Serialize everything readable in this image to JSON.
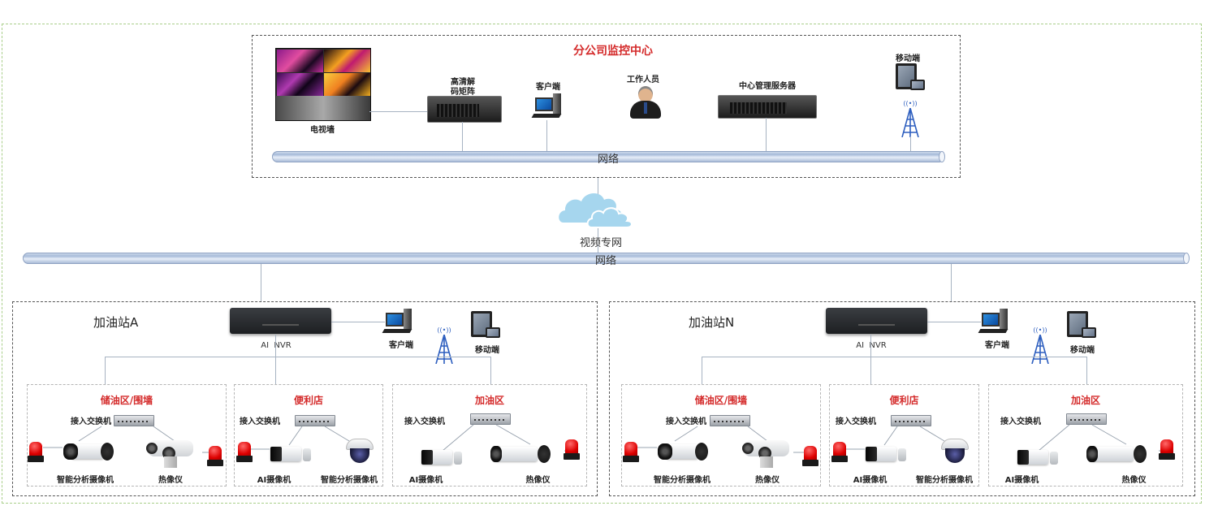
{
  "hq": {
    "title": "分公司监控中心",
    "devices": {
      "video_wall": "电视墙",
      "decoder_line1": "高清解",
      "decoder_line2": "码矩阵",
      "client": "客户端",
      "staff": "工作人员",
      "server": "中心管理服务器",
      "mobile": "移动端"
    },
    "network_label": "网络"
  },
  "cloud": {
    "label": "视频专网"
  },
  "backbone": {
    "label": "网络"
  },
  "stations": [
    {
      "title": "加油站A",
      "nvr_label": "AI  NVR",
      "client_label": "客户端",
      "mobile_label": "移动端",
      "zones": [
        {
          "title": "储油区/围墙",
          "switch_label": "接入交换机",
          "left_device": "智能分析摄像机",
          "right_device": "热像仪"
        },
        {
          "title": "便利店",
          "switch_label": "接入交换机",
          "left_device": "AI摄像机",
          "right_device": "智能分析摄像机"
        },
        {
          "title": "加油区",
          "switch_label": "接入交换机",
          "left_device": "AI摄像机",
          "right_device": "热像仪"
        }
      ]
    },
    {
      "title": "加油站N",
      "nvr_label": "AI  NVR",
      "client_label": "客户端",
      "mobile_label": "移动端",
      "zones": [
        {
          "title": "储油区/围墙",
          "switch_label": "接入交换机",
          "left_device": "智能分析摄像机",
          "right_device": "热像仪"
        },
        {
          "title": "便利店",
          "switch_label": "接入交换机",
          "left_device": "AI摄像机",
          "right_device": "智能分析摄像机"
        },
        {
          "title": "加油区",
          "switch_label": "接入交换机",
          "left_device": "AI摄像机",
          "right_device": "热像仪"
        }
      ]
    }
  ],
  "colors": {
    "title_red": "#d42a2a",
    "outer_border": "#a9cf8a",
    "pipe": "#a7bbd9",
    "antenna_blue": "#2e5fbf",
    "cloud": "#a6d6ee"
  }
}
